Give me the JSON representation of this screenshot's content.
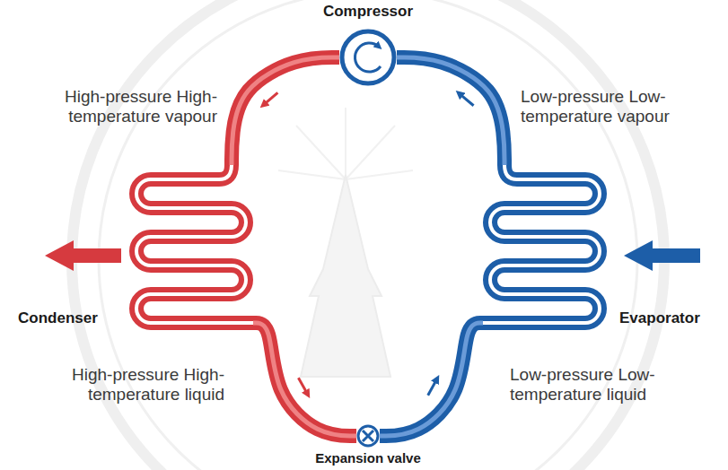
{
  "diagram": {
    "nodes": [
      {
        "text": [
          "Compressor"
        ]
      },
      {
        "text": [
          "Condenser"
        ]
      },
      {
        "text": [
          "Evaporator"
        ]
      },
      {
        "text": [
          "Expansion valve"
        ]
      }
    ],
    "edges": [
      {
        "from": 0,
        "to": 1,
        "arrow": "to",
        "label": "High-pressure High-temperature vapour"
      },
      {
        "from": 1,
        "to": 3,
        "arrow": "to",
        "label": "High-pressure High-temperature liquid"
      },
      {
        "from": 3,
        "to": 2,
        "arrow": "to",
        "label": "Low-pressure Low-temperature liquid"
      },
      {
        "from": 2,
        "to": 0,
        "arrow": "to",
        "label": "Low-pressure Low-temperature vapour"
      }
    ]
  }
}
